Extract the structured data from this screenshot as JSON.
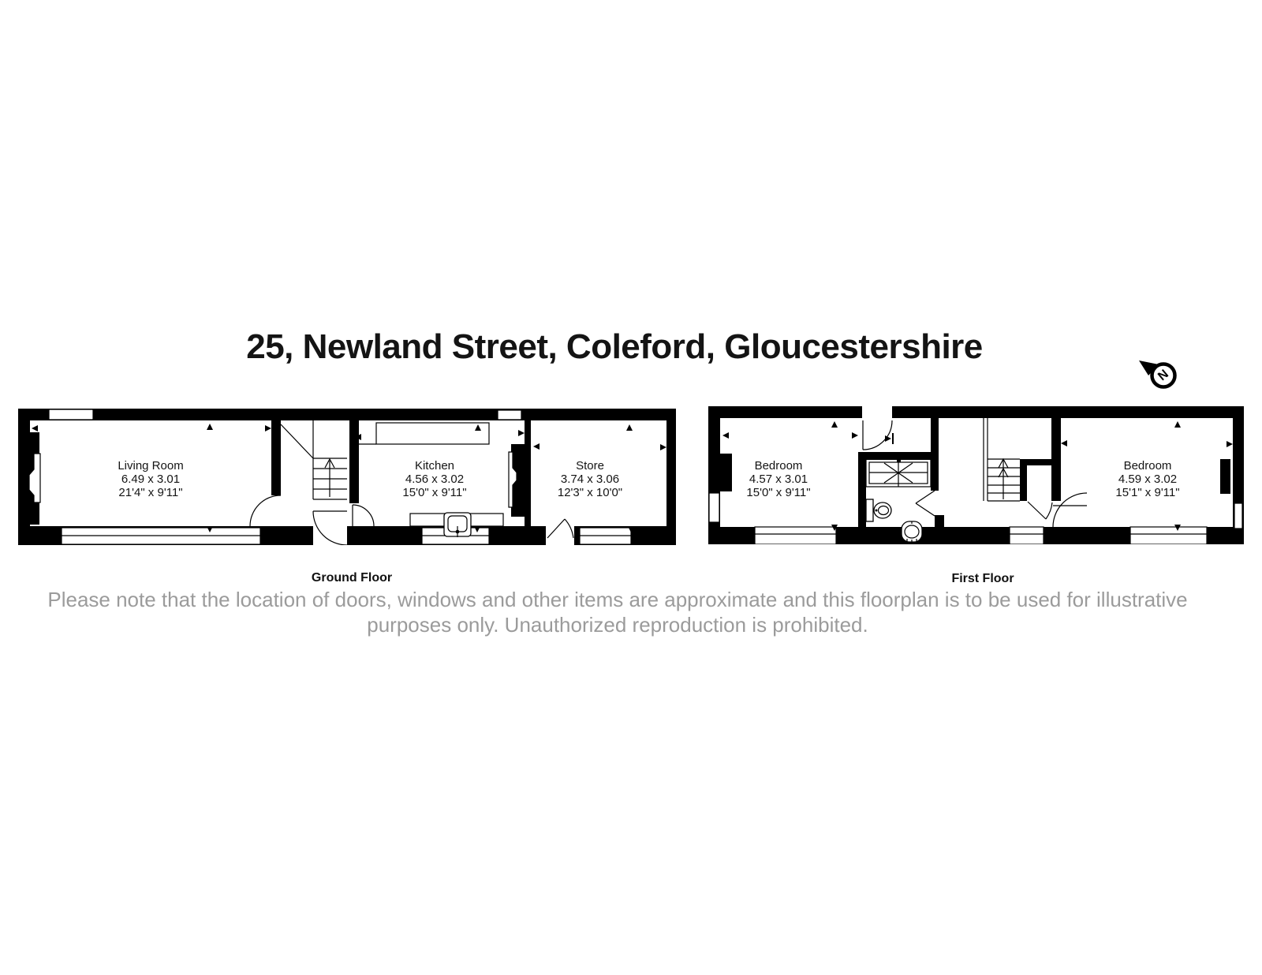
{
  "title": "25, Newland Street, Coleford, Gloucestershire",
  "compass": {
    "label": "N"
  },
  "floors": [
    {
      "label": "Ground Floor",
      "rooms": [
        {
          "name": "Living Room",
          "dim_metric": "6.49 x 3.01",
          "dim_imperial": "21'4\" x 9'11\""
        },
        {
          "name": "Kitchen",
          "dim_metric": "4.56 x 3.02",
          "dim_imperial": "15'0\" x 9'11\""
        },
        {
          "name": "Store",
          "dim_metric": "3.74 x 3.06",
          "dim_imperial": "12'3\" x 10'0\""
        }
      ]
    },
    {
      "label": "First Floor",
      "rooms": [
        {
          "name": "Bedroom",
          "dim_metric": "4.57 x 3.01",
          "dim_imperial": "15'0\" x 9'11\""
        },
        {
          "name": "Bedroom",
          "dim_metric": "4.59 x 3.02",
          "dim_imperial": "15'1\" x 9'11\""
        }
      ]
    }
  ],
  "disclaimer": {
    "line1": "Please note that the location of doors, windows and other items are approximate and this floorplan is to be used for illustrative",
    "line2": "purposes only. Unauthorized reproduction is prohibited."
  },
  "colors": {
    "wall": "#000000",
    "text": "#141414",
    "disclaimer": "#9b9b9b",
    "background": "#ffffff"
  }
}
